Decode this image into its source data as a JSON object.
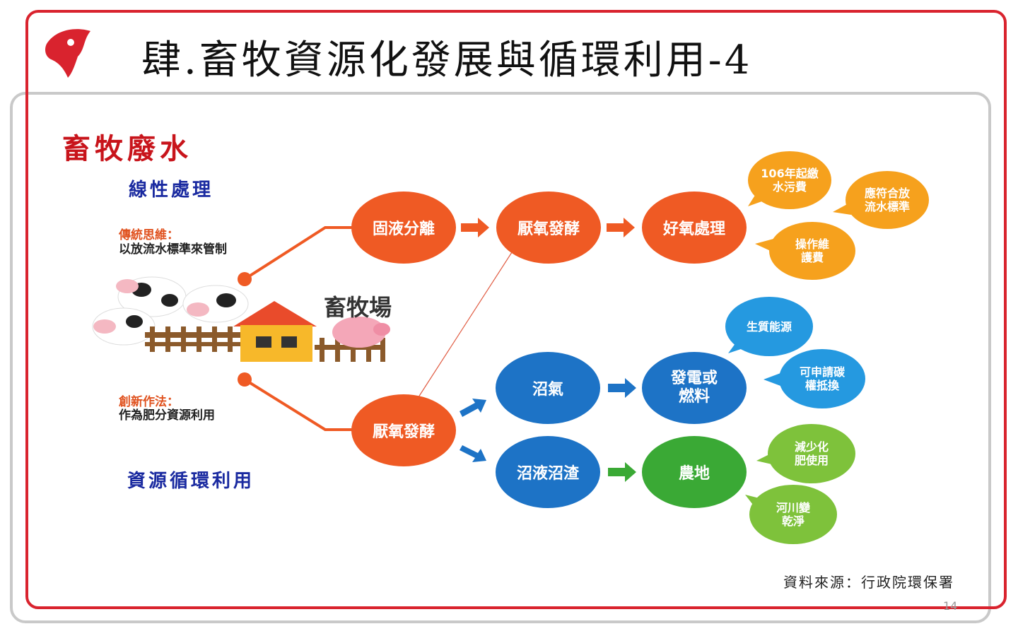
{
  "title": "肆.畜牧資源化發展與循環利用-4",
  "section_title": "畜牧廢水",
  "linear_heading": "線性處理",
  "resource_heading": "資源循環利用",
  "traditional": {
    "label": "傳統思維：",
    "desc": "以放流水標準來管制"
  },
  "innovative": {
    "label": "創新作法：",
    "desc": "作為肥分資源利用"
  },
  "farm_label": "畜牧場",
  "top_chain": [
    "固液分離",
    "厭氧發酵",
    "好氧處理"
  ],
  "top_bubbles": [
    "106年起繳\n水污費",
    "應符合放\n流水標準",
    "操作維\n護費"
  ],
  "bottom_start": "厭氧發酵",
  "biogas": "沼氣",
  "power": "發電或\n燃料",
  "blue_bubbles": [
    "生質能源",
    "可申請碳\n權抵換"
  ],
  "digestate": "沼液沼渣",
  "farmland": "農地",
  "green_bubbles": [
    "減少化\n肥使用",
    "河川變\n乾淨"
  ],
  "source": "資料來源：行政院環保署",
  "page_number": "14",
  "colors": {
    "orange": "#ef5a24",
    "blue": "#1d73c6",
    "green": "#3aa935",
    "red": "#d9232e"
  },
  "logo_icon": "rooster-logo-icon"
}
